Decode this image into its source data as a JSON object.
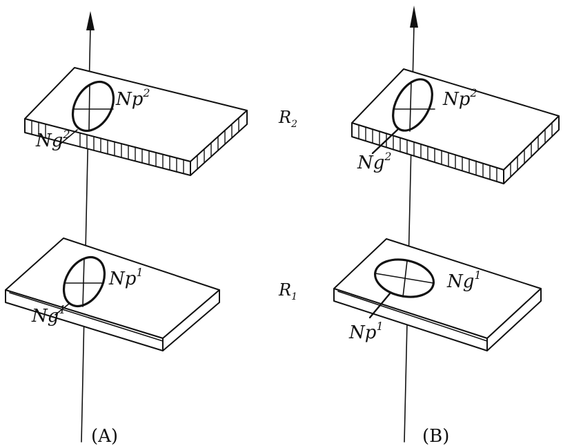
{
  "panels": [
    {
      "caption": "(A)",
      "upper": {
        "label_p": "Np",
        "sup_p": "2",
        "label_g": "Ng",
        "sup_g": "2"
      },
      "lower": {
        "label_p": "Np",
        "sup_p": "1",
        "label_g": "Ng",
        "sup_g": "1"
      }
    },
    {
      "caption": "(B)",
      "upper": {
        "label_p": "Np",
        "sup_p": "2",
        "label_g": "Ng",
        "sup_g": "2"
      },
      "lower": {
        "label_p": "Ng",
        "sup_p": "1",
        "label_g": "Np",
        "sup_g": "1"
      }
    }
  ],
  "row_labels": {
    "upper": {
      "main": "R",
      "sub": "2"
    },
    "lower": {
      "main": "R",
      "sub": "1"
    }
  }
}
